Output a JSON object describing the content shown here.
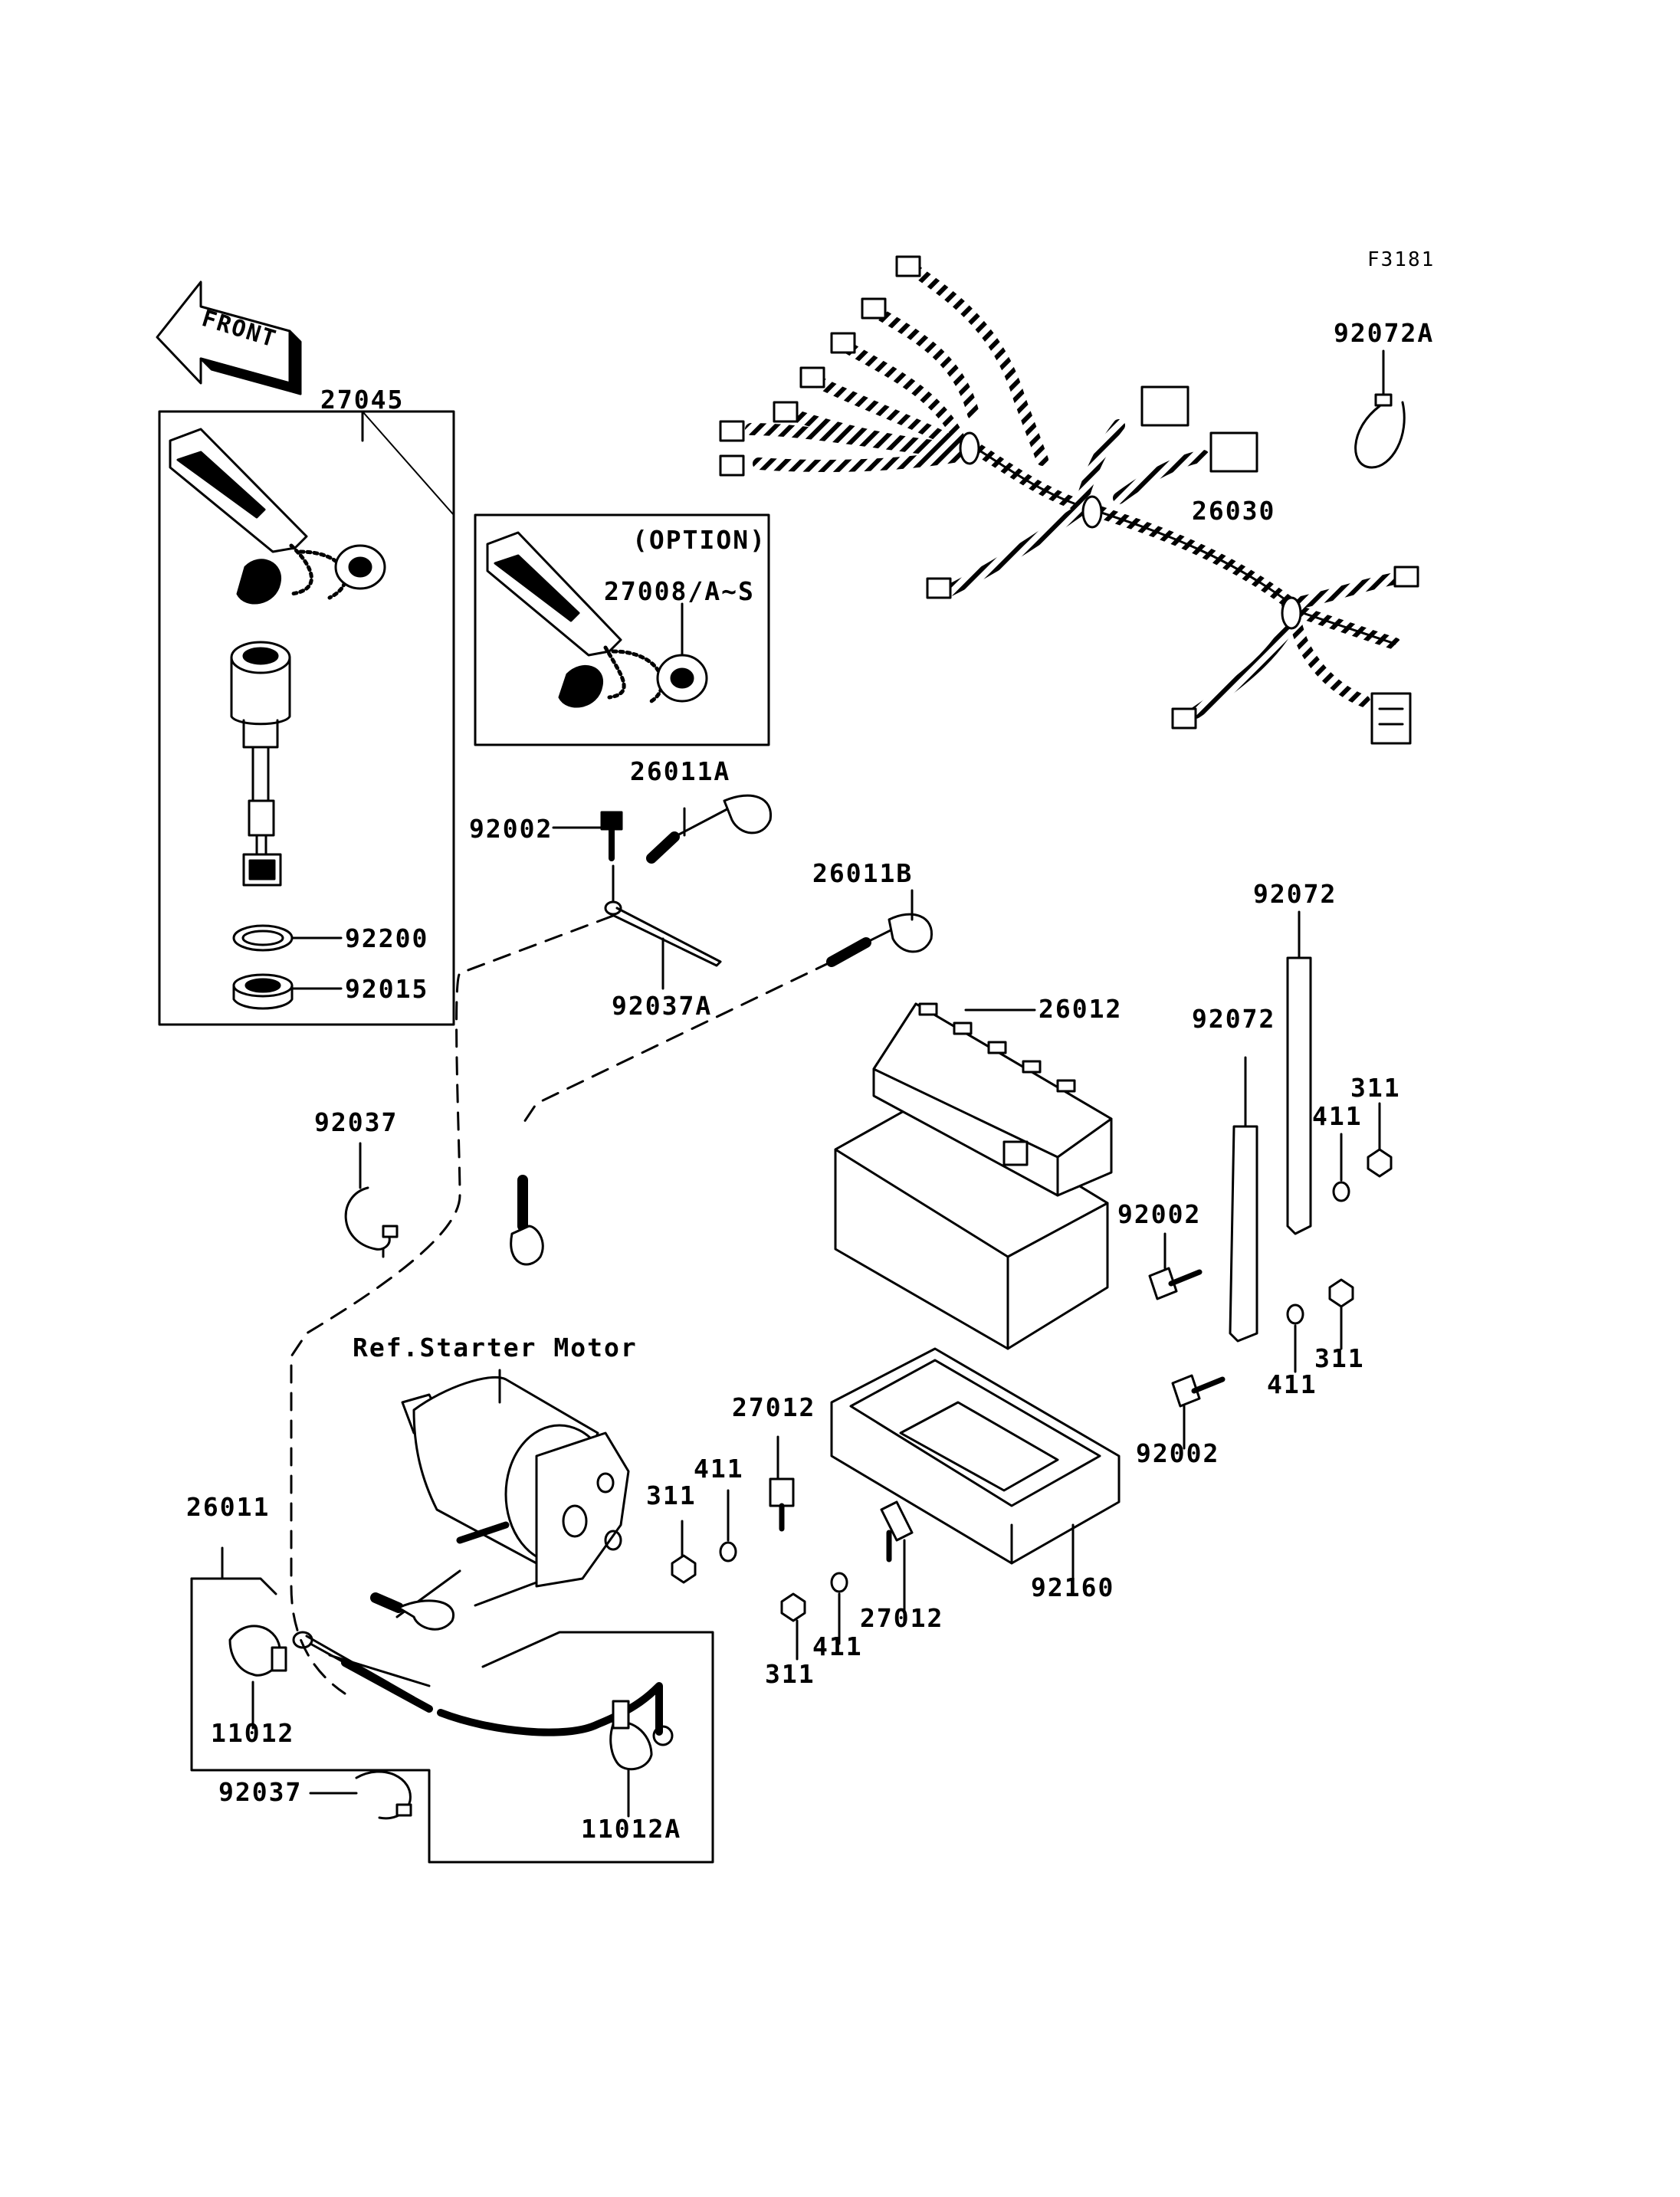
{
  "figure_code": "F3181",
  "front_label": "FRONT",
  "option_label": "(OPTION)",
  "ref_label": "Ref.Starter Motor",
  "parts": {
    "p27045": "27045",
    "p27008": "27008/A~S",
    "p92200": "92200",
    "p92015": "92015",
    "p26011A": "26011A",
    "p92002a": "92002",
    "p92037A": "92037A",
    "p26011B": "26011B",
    "p26012": "26012",
    "p26030": "26030",
    "p92072A": "92072A",
    "p92072a": "92072",
    "p92072b": "92072",
    "p311a": "311",
    "p411a": "411",
    "p92002b": "92002",
    "p311b": "311",
    "p411b": "411",
    "p92002c": "92002",
    "p92037a": "92037",
    "p27012a": "27012",
    "p411c": "411",
    "p311c": "311",
    "p311d": "311",
    "p411d": "411",
    "p27012b": "27012",
    "p92160": "92160",
    "p26011": "26011",
    "p11012": "11012",
    "p92037b": "92037",
    "p11012A": "11012A"
  }
}
